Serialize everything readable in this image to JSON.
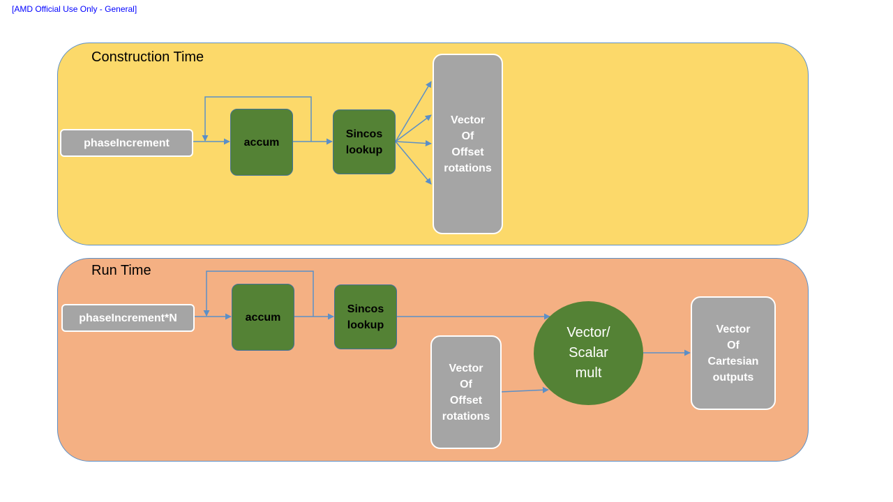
{
  "classification": "[AMD Official Use Only - General]",
  "colors": {
    "construction_bg": "#fcd96a",
    "runtime_bg": "#f4b083",
    "region_border": "#5b8fc7",
    "green_block": "#548235",
    "gray_block": "#a5a5a5",
    "arrow": "#5b8fc7",
    "classification_text": "#0000ff"
  },
  "construction": {
    "title": "Construction Time",
    "phase_label": "phaseIncrement",
    "accum_label": "accum",
    "sincos_label": "Sincos\nlookup",
    "vector_label": "Vector\nOf\nOffset\nrotations"
  },
  "runtime": {
    "title": "Run Time",
    "phase_label": "phaseIncrement*N",
    "accum_label": "accum",
    "sincos_label": "Sincos\nlookup",
    "vector_label": "Vector\nOf\nOffset\nrotations",
    "mult_label": "Vector/\nScalar\nmult",
    "output_label": "Vector\nOf\nCartesian\noutputs"
  }
}
